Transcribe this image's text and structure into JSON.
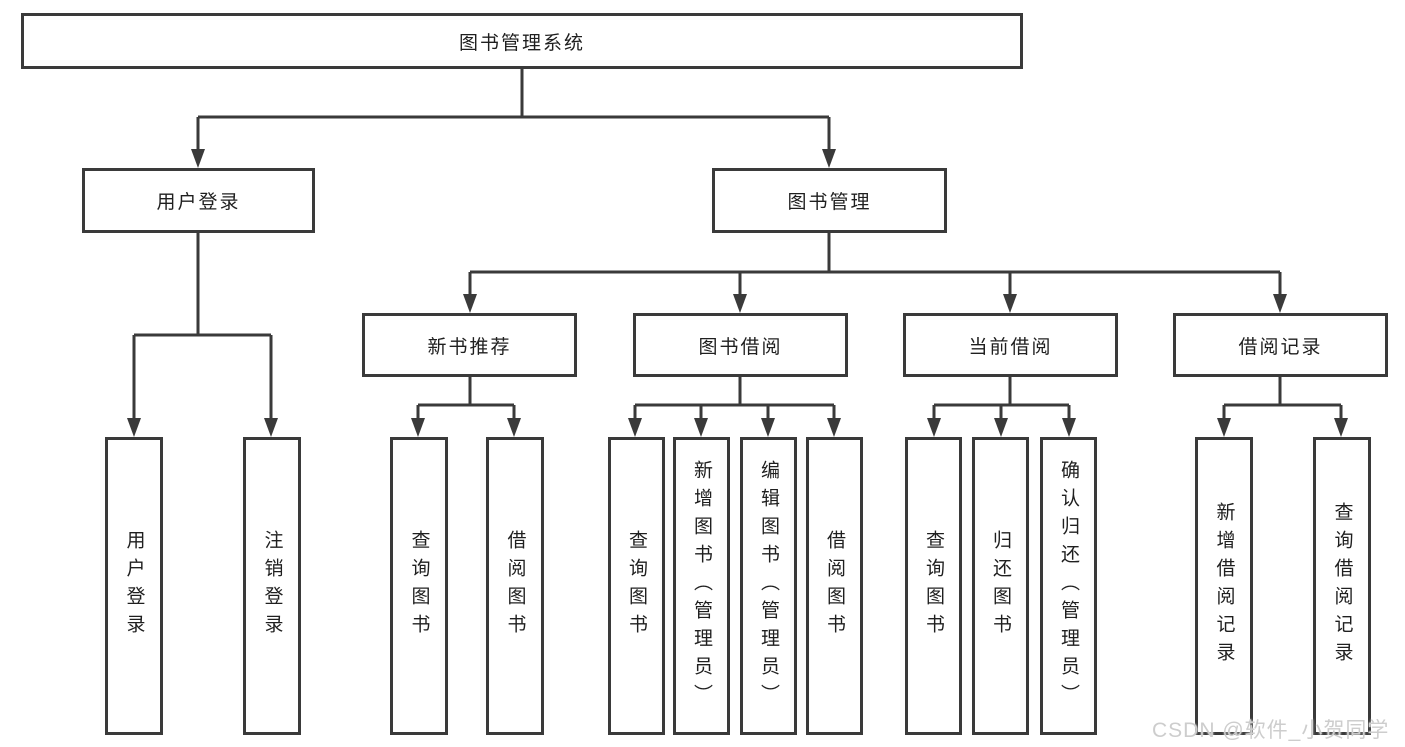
{
  "nodes": {
    "root": {
      "label": "图书管理系统"
    },
    "level2": [
      {
        "label": "用户登录"
      },
      {
        "label": "图书管理"
      }
    ],
    "level3": [
      {
        "label": "新书推荐"
      },
      {
        "label": "图书借阅"
      },
      {
        "label": "当前借阅"
      },
      {
        "label": "借阅记录"
      }
    ],
    "level4": [
      {
        "label": "用户登录"
      },
      {
        "label": "注销登录"
      },
      {
        "label": "查询图书"
      },
      {
        "label": "借阅图书"
      },
      {
        "label": "查询图书"
      },
      {
        "label": "新增图书（管理员）"
      },
      {
        "label": "编辑图书（管理员）"
      },
      {
        "label": "借阅图书"
      },
      {
        "label": "查询图书"
      },
      {
        "label": "归还图书"
      },
      {
        "label": "确认归还（管理员）"
      },
      {
        "label": "新增借阅记录"
      },
      {
        "label": "查询借阅记录"
      }
    ]
  },
  "watermark": {
    "text": "CSDN @软件_小贺同学"
  },
  "colors": {
    "line": "#3a3a3a",
    "border": "#3a3a3a",
    "text": "#1f1f1f",
    "background": "#ffffff",
    "watermark": "#cdcdcd"
  }
}
